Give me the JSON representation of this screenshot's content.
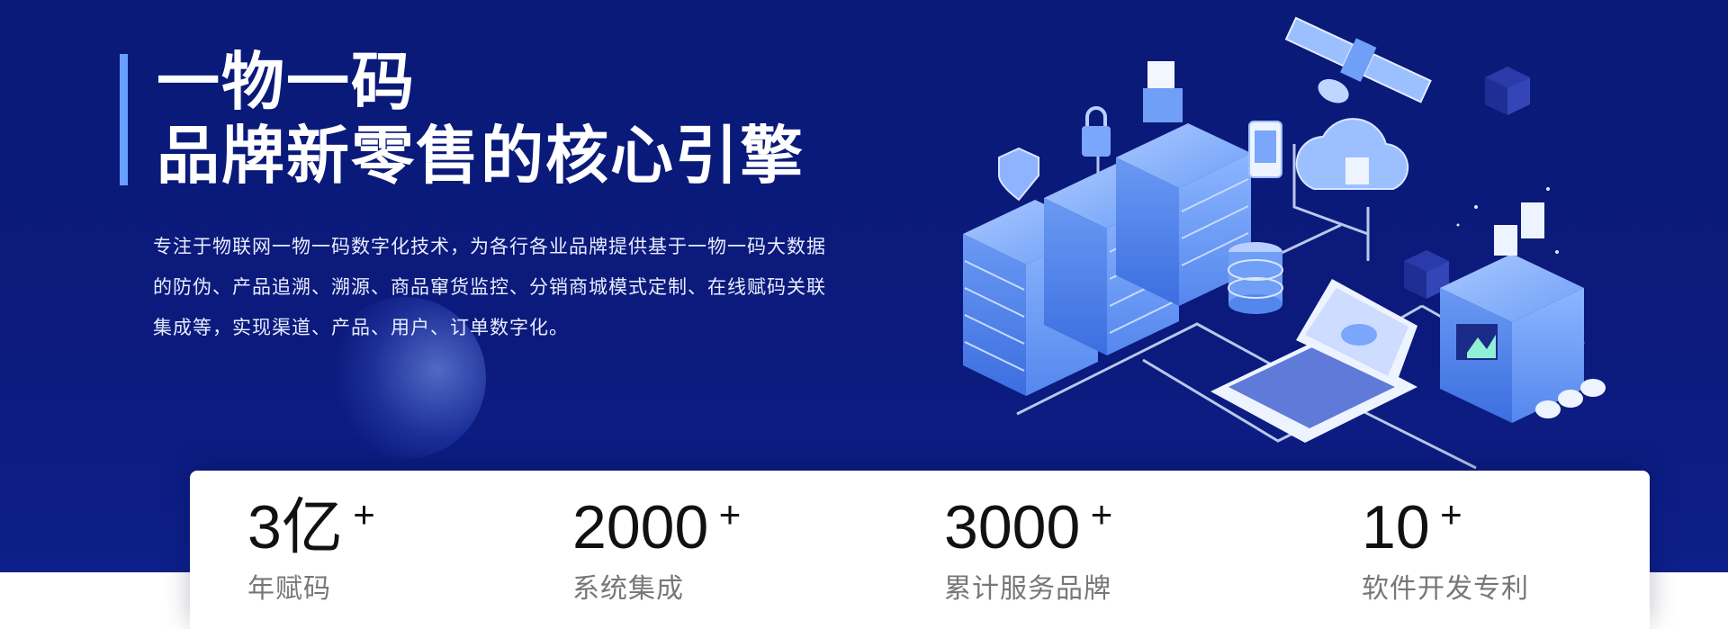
{
  "hero": {
    "title_line1": "一物一码",
    "title_line2": "品牌新零售的核心引擎",
    "description_line1": "专注于物联网一物一码数字化技术，为各行各业品牌提供基于一物一码大数据",
    "description_line2": "的防伪、产品追溯、溯源、商品窜货监控、分销商城模式定制、在线赋码关联",
    "description_line3": "集成等，实现渠道、产品、用户、订单数字化。"
  },
  "stats": [
    {
      "value": "3亿",
      "suffix": "+",
      "label": "年赋码"
    },
    {
      "value": "2000",
      "suffix": "+",
      "label": "系统集成"
    },
    {
      "value": "3000",
      "suffix": "+",
      "label": "累计服务品牌"
    },
    {
      "value": "10",
      "suffix": "+",
      "label": "软件开发专利"
    }
  ],
  "colors": {
    "hero_background": "#0b1a7c",
    "accent_bar": "#6aa0ff",
    "illustration_blue": "#5b93f5"
  },
  "icons": [
    "satellite-icon",
    "server-rack-icon",
    "laptop-icon",
    "cloud-icon",
    "lock-icon",
    "shield-icon",
    "database-icon",
    "document-icon",
    "phone-icon",
    "factory-machine-icon"
  ]
}
